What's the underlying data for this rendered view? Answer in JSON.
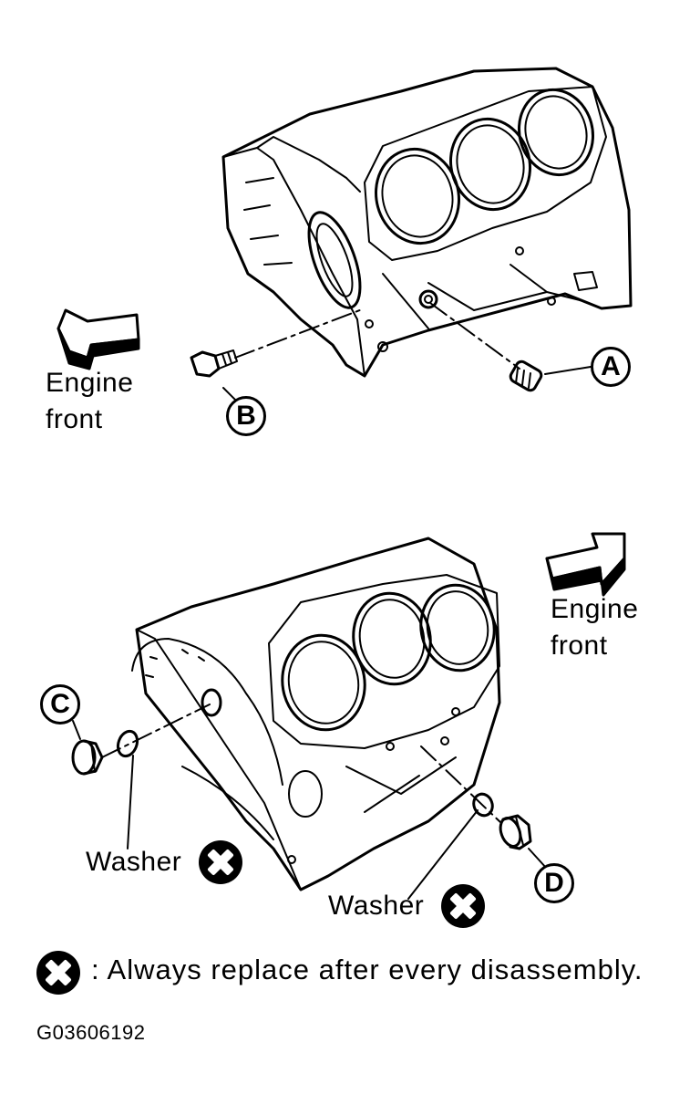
{
  "labels": {
    "engine_front_top": [
      "Engine",
      "front"
    ],
    "engine_front_bottom": [
      "Engine",
      "front"
    ],
    "washer_left": "Washer",
    "washer_right": "Washer"
  },
  "callouts": {
    "a": "A",
    "b": "B",
    "c": "C",
    "d": "D"
  },
  "legend": {
    "text": ": Always replace after every disassembly."
  },
  "figure_code": "G03606192",
  "icons": {
    "replace_mark": "x-in-circle-icon",
    "direction": "arrow-icon"
  }
}
